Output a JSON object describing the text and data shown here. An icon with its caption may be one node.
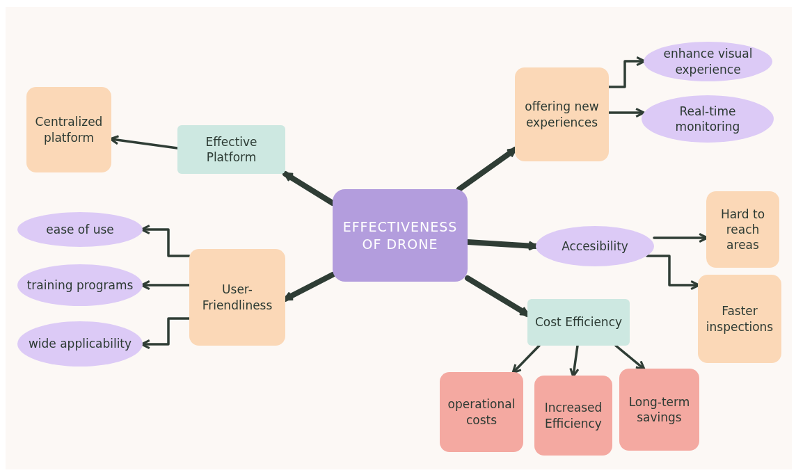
{
  "diagram": {
    "nodes": [
      {
        "text": [
          "EFFECTIVENESS OF DRONE"
        ]
      },
      {
        "text": [
          "Effective Platform"
        ]
      },
      {
        "text": [
          "Centralized platform"
        ]
      },
      {
        "text": [
          "User-Friendliness"
        ]
      },
      {
        "text": [
          "ease of use"
        ]
      },
      {
        "text": [
          "training programs"
        ]
      },
      {
        "text": [
          "wide applicability"
        ]
      },
      {
        "text": [
          "offering new experiences"
        ]
      },
      {
        "text": [
          "enhance visual experience"
        ]
      },
      {
        "text": [
          "Real-time monitoring"
        ]
      },
      {
        "text": [
          "Accesibility"
        ]
      },
      {
        "text": [
          "Hard to reach areas"
        ]
      },
      {
        "text": [
          "Faster inspections"
        ]
      },
      {
        "text": [
          "Cost Efficiency"
        ]
      },
      {
        "text": [
          "operational costs"
        ]
      },
      {
        "text": [
          "Increased Efficiency"
        ]
      },
      {
        "text": [
          "Long-term savings"
        ]
      }
    ],
    "edges": [
      {
        "from": 0,
        "to": 1,
        "arrow": "to",
        "style": "thick"
      },
      {
        "from": 1,
        "to": 2,
        "arrow": "to"
      },
      {
        "from": 0,
        "to": 3,
        "arrow": "to",
        "style": "thick"
      },
      {
        "from": 3,
        "to": 4,
        "arrow": "to"
      },
      {
        "from": 3,
        "to": 5,
        "arrow": "to"
      },
      {
        "from": 3,
        "to": 6,
        "arrow": "to"
      },
      {
        "from": 0,
        "to": 7,
        "arrow": "to",
        "style": "thick"
      },
      {
        "from": 7,
        "to": 8,
        "arrow": "to"
      },
      {
        "from": 7,
        "to": 9,
        "arrow": "to"
      },
      {
        "from": 0,
        "to": 10,
        "arrow": "to",
        "style": "thick"
      },
      {
        "from": 10,
        "to": 11,
        "arrow": "to"
      },
      {
        "from": 10,
        "to": 12,
        "arrow": "to"
      },
      {
        "from": 0,
        "to": 13,
        "arrow": "to",
        "style": "thick"
      },
      {
        "from": 13,
        "to": 14,
        "arrow": "to"
      },
      {
        "from": 13,
        "to": 15,
        "arrow": "to"
      },
      {
        "from": 13,
        "to": 16,
        "arrow": "to"
      }
    ]
  }
}
